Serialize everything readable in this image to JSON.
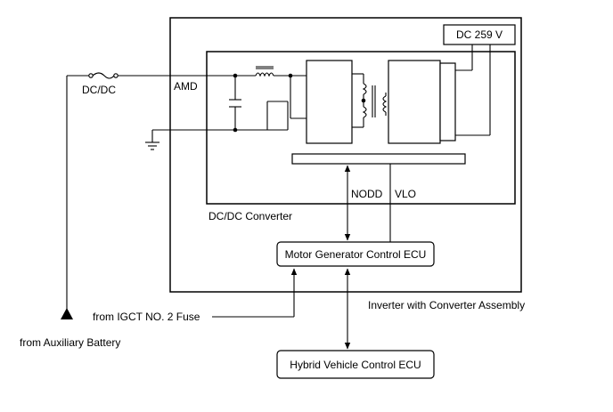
{
  "labels": {
    "dc_259v": "DC 259 V",
    "fuse_dcdc": "DC/DC",
    "amd": "AMD",
    "dcdc_converter": "DC/DC Converter",
    "nodd": "NODD",
    "vlo": "VLO",
    "mg_ecu": "Motor Generator Control ECU",
    "inverter_assembly": "Inverter with Converter Assembly",
    "from_igct": "from IGCT NO. 2 Fuse",
    "from_aux_battery": "from Auxiliary Battery",
    "hv_ecu": "Hybrid Vehicle Control ECU"
  },
  "colors": {
    "line": "#000000",
    "background": "#ffffff"
  }
}
